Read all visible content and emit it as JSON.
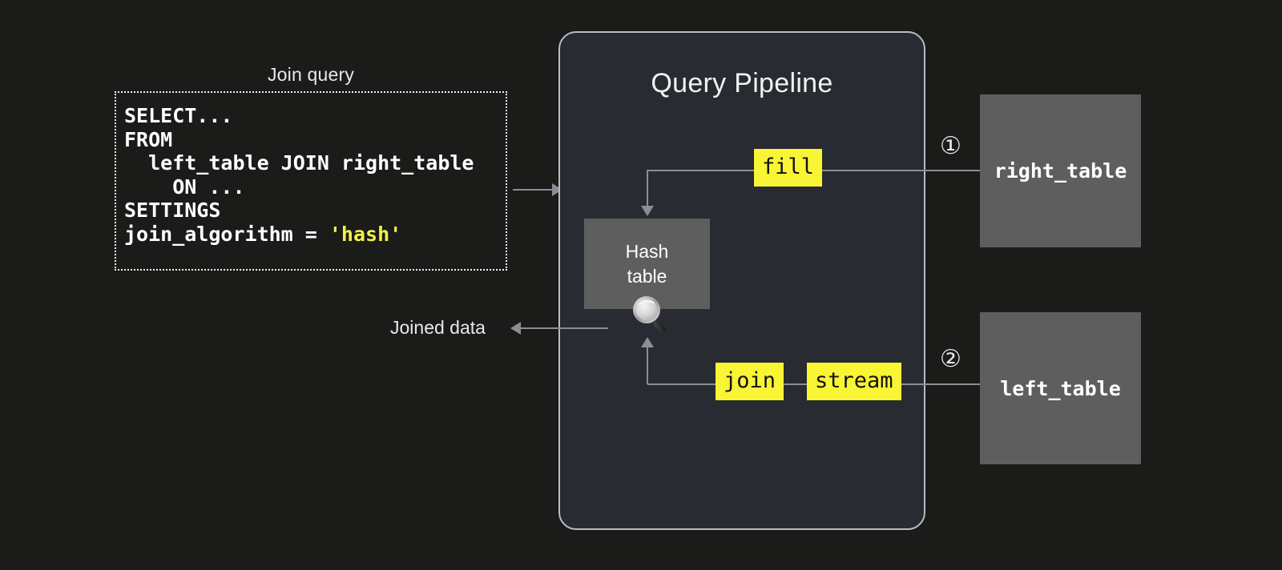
{
  "page": {
    "background_color": "#1b1b19",
    "panel_color": "#282b31",
    "box_color": "#5e5e5e",
    "highlight_color": "#f9f434",
    "line_color": "#8b8e94"
  },
  "join_query": {
    "caption": "Join query",
    "code_lines": [
      {
        "text": "SELECT...",
        "literal": ""
      },
      {
        "text": "FROM",
        "literal": ""
      },
      {
        "text": "  left_table JOIN right_table",
        "literal": ""
      },
      {
        "text": "    ON ...",
        "literal": ""
      },
      {
        "text": "SETTINGS",
        "literal": ""
      },
      {
        "text": "join_algorithm = ",
        "literal": "'hash'"
      }
    ]
  },
  "pipeline": {
    "title": "Query Pipeline",
    "hash_table": {
      "line1": "Hash",
      "line2": "table"
    },
    "operations": {
      "fill": "fill",
      "join": "join",
      "stream": "stream"
    },
    "output_label": "Joined data"
  },
  "tables": [
    {
      "name": "right_table",
      "marker": "①"
    },
    {
      "name": "left_table",
      "marker": "②"
    }
  ],
  "icons": {
    "magnifier": "magnifier-icon"
  }
}
